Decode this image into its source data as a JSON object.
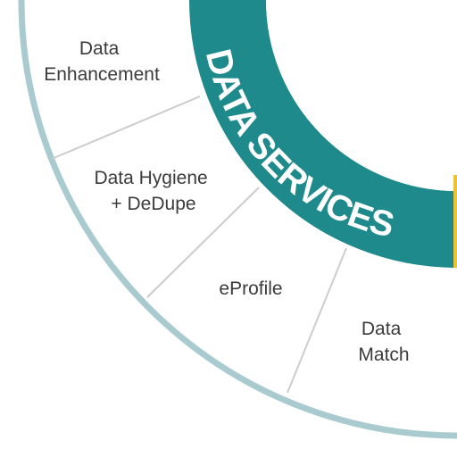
{
  "diagram": {
    "ring_title": "DATA SERVICES",
    "segments": [
      {
        "id": "data-enhancement",
        "lines": [
          "Data",
          "Enhancement"
        ]
      },
      {
        "id": "data-hygiene-dedupe",
        "lines": [
          "Data Hygiene",
          "+ DeDupe"
        ]
      },
      {
        "id": "eprofile",
        "lines": [
          "eProfile"
        ]
      },
      {
        "id": "data-match",
        "lines": [
          "Data",
          "Match"
        ]
      }
    ],
    "colors": {
      "ring": "#1f8a8b",
      "ring_text": "#ffffff",
      "outer_rim": "#a9cbcf",
      "divider": "#cccccc",
      "segment_text": "#3b3b3b",
      "accent": "#e7c23a"
    }
  }
}
